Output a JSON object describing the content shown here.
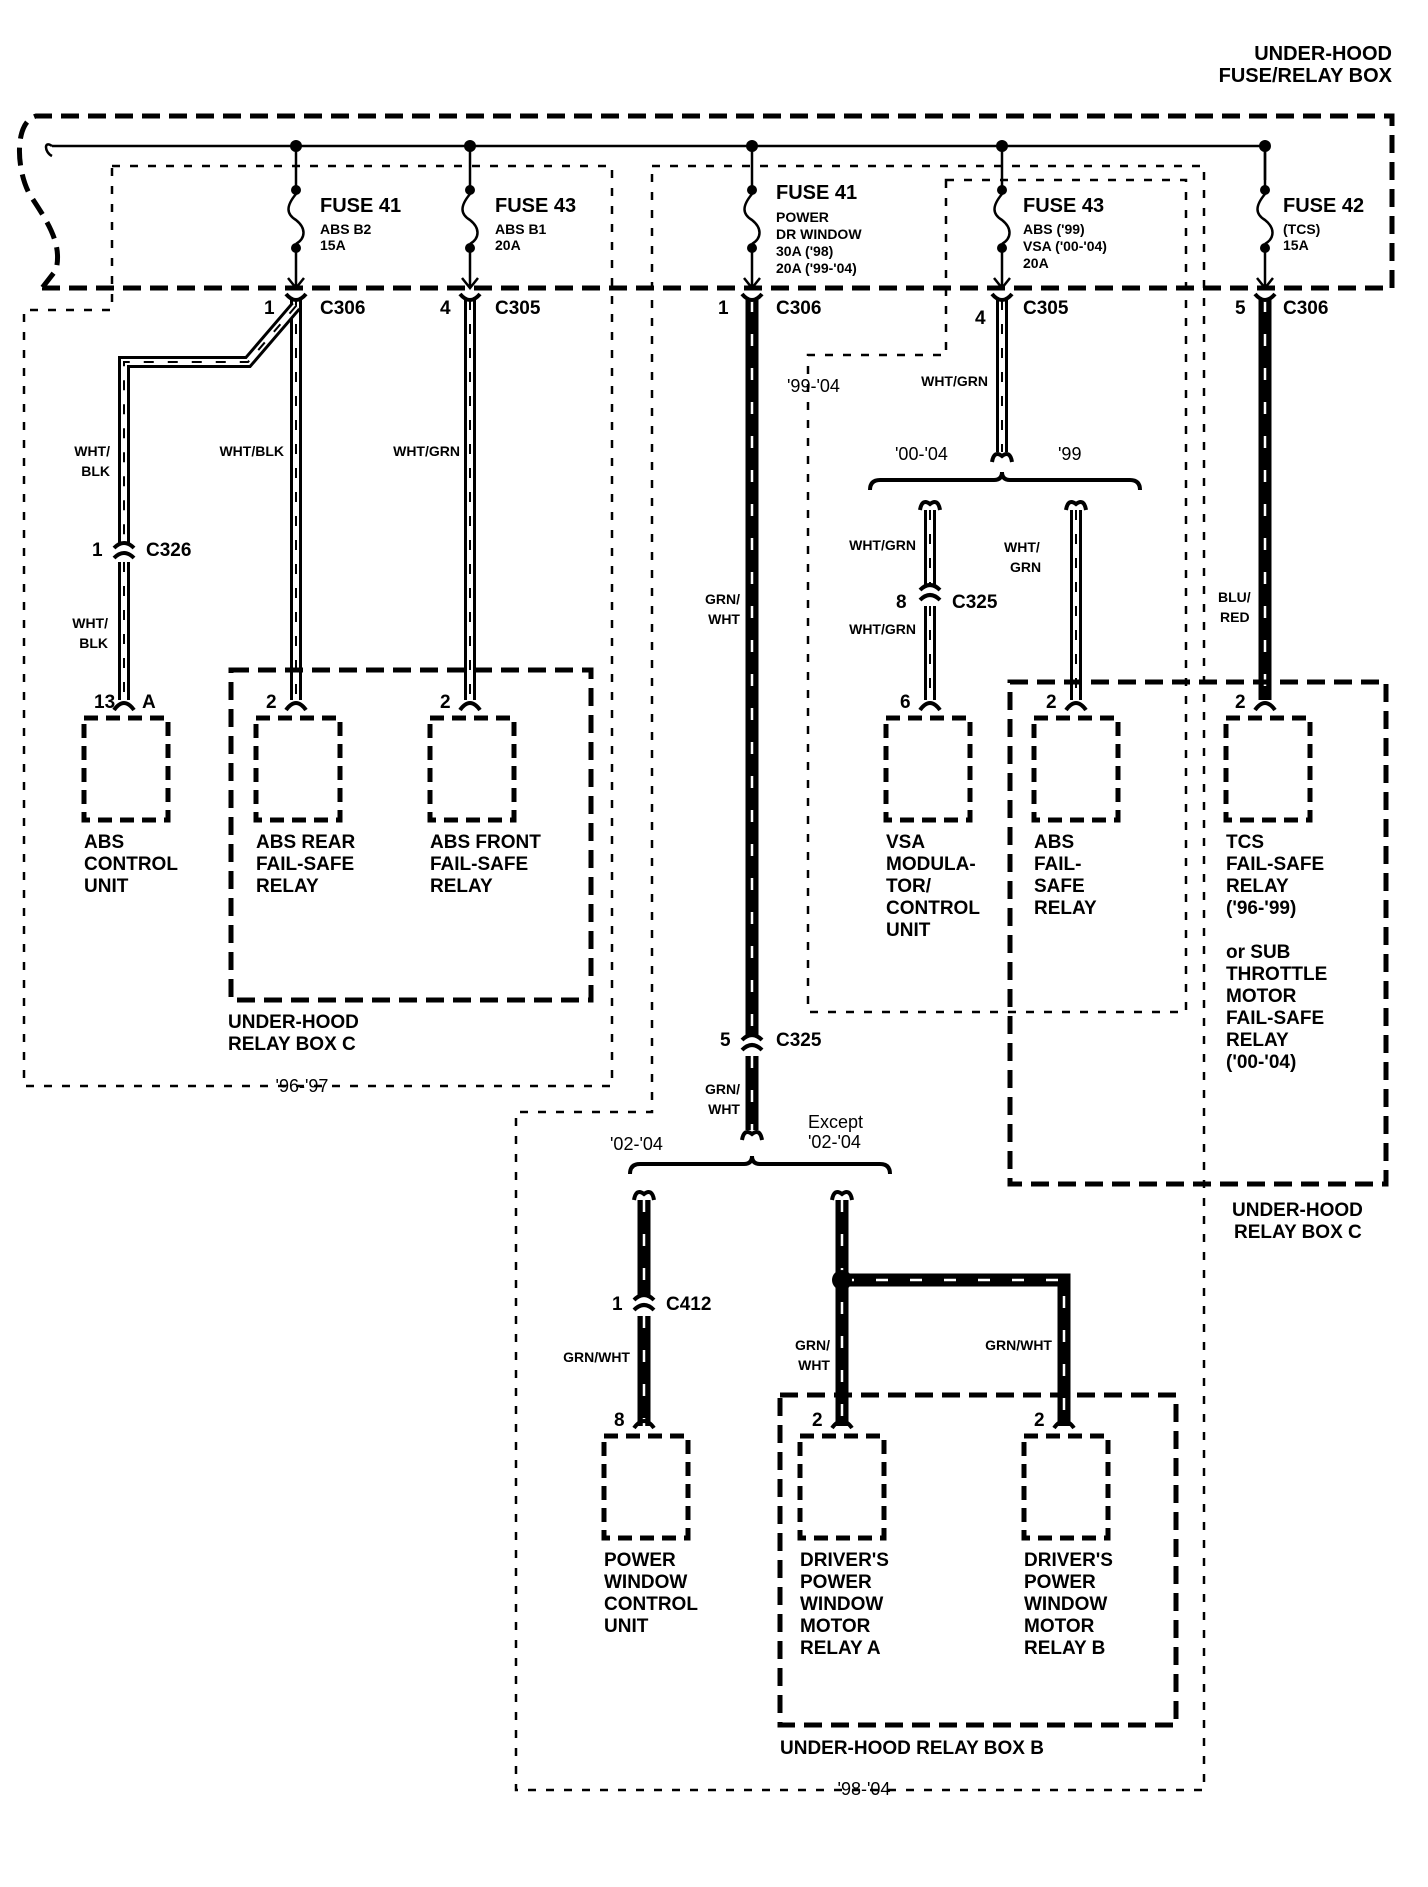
{
  "title": {
    "line1": "UNDER-HOOD",
    "line2": "FUSE/RELAY BOX"
  },
  "fuses": [
    {
      "name": "FUSE 41",
      "lines": [
        "ABS B2",
        "15A"
      ]
    },
    {
      "name": "FUSE 43",
      "lines": [
        "ABS B1",
        "20A"
      ]
    },
    {
      "name": "FUSE 41",
      "lines": [
        "POWER",
        "DR WINDOW",
        "30A ('98)",
        "20A ('99-'04)"
      ]
    },
    {
      "name": "FUSE 43",
      "lines": [
        "ABS ('99)",
        "VSA ('00-'04)",
        "20A"
      ]
    },
    {
      "name": "FUSE 42",
      "lines": [
        "(TCS)",
        "15A"
      ]
    }
  ],
  "connectors": {
    "c306_a": {
      "pin": "1",
      "id": "C306"
    },
    "c305_a": {
      "pin": "4",
      "id": "C305"
    },
    "c306_b": {
      "pin": "1",
      "id": "C306"
    },
    "c305_b": {
      "pin": "4",
      "id": "C305"
    },
    "c306_c": {
      "pin": "5",
      "id": "C306"
    },
    "c326": {
      "pin": "1",
      "id": "C326"
    },
    "c325_a": {
      "pin": "8",
      "id": "C325"
    },
    "c325_b": {
      "pin": "5",
      "id": "C325"
    },
    "c412": {
      "pin": "1",
      "id": "C412"
    }
  },
  "wires": {
    "abs_ctrl_upper": [
      "WHT/",
      "BLK"
    ],
    "abs_ctrl_lower": [
      "WHT/",
      "BLK"
    ],
    "abs_rear": "WHT/BLK",
    "abs_front": "WHT/GRN",
    "pw_main_upper": [
      "GRN/",
      "WHT"
    ],
    "pw_main_lower": [
      "GRN/",
      "WHT"
    ],
    "vsa_feed": "WHT/GRN",
    "vsa_upper": "WHT/GRN",
    "vsa_lower": "WHT/GRN",
    "abs99": [
      "WHT/",
      "GRN"
    ],
    "tcs": [
      "BLU/",
      "RED"
    ],
    "pw_ctrl": "GRN/WHT",
    "relay_a": [
      "GRN/",
      "WHT"
    ],
    "relay_b": "GRN/WHT"
  },
  "years": {
    "box_96_97": "'96-'97",
    "box_99_04": "'99-'04",
    "box_98_04": "'98-'04",
    "branch_00_04": "'00-'04",
    "branch_99": "'99",
    "branch_02_04": "'02-'04",
    "branch_except": [
      "Except",
      "'02-'04"
    ]
  },
  "components": [
    {
      "pins": [
        "13",
        "A"
      ],
      "lines": [
        "ABS",
        "CONTROL",
        "UNIT"
      ]
    },
    {
      "pins": [
        "2"
      ],
      "lines": [
        "ABS REAR",
        "FAIL-SAFE",
        "RELAY"
      ]
    },
    {
      "pins": [
        "2"
      ],
      "lines": [
        "ABS FRONT",
        "FAIL-SAFE",
        "RELAY"
      ]
    },
    {
      "pins": [
        "6"
      ],
      "lines": [
        "VSA",
        "MODULA-",
        "TOR/",
        "CONTROL",
        "UNIT"
      ]
    },
    {
      "pins": [
        "2"
      ],
      "lines": [
        "ABS",
        "FAIL-",
        "SAFE",
        "RELAY"
      ]
    },
    {
      "pins": [
        "2"
      ],
      "lines": [
        "TCS",
        "FAIL-SAFE",
        "RELAY",
        "('96-'99)",
        "",
        "or SUB",
        "THROTTLE",
        "MOTOR",
        "FAIL-SAFE",
        "RELAY",
        "('00-'04)"
      ]
    },
    {
      "pins": [
        "8"
      ],
      "lines": [
        "POWER",
        "WINDOW",
        "CONTROL",
        "UNIT"
      ]
    },
    {
      "pins": [
        "2"
      ],
      "lines": [
        "DRIVER'S",
        "POWER",
        "WINDOW",
        "MOTOR",
        "RELAY A"
      ]
    },
    {
      "pins": [
        "2"
      ],
      "lines": [
        "DRIVER'S",
        "POWER",
        "WINDOW",
        "MOTOR",
        "RELAY B"
      ]
    }
  ],
  "relay_boxes": {
    "box_c_left": [
      "UNDER-HOOD",
      "RELAY BOX C"
    ],
    "box_c_right": [
      "UNDER-HOOD",
      "RELAY BOX C"
    ],
    "box_b": "UNDER-HOOD RELAY BOX B"
  }
}
